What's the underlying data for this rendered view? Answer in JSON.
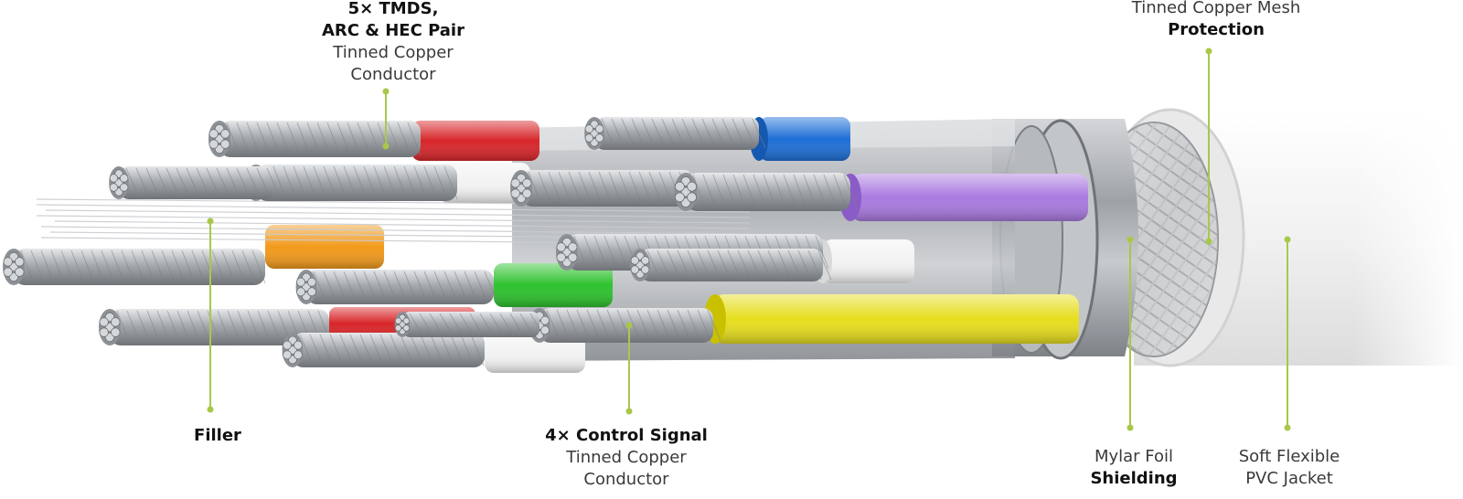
{
  "labels": {
    "tmds": {
      "line1": "5× TMDS,",
      "line2": "ARC & HEC Pair",
      "line3": "Tinned Copper",
      "line4": "Conductor"
    },
    "mesh": {
      "line1": "Tinned Copper Mesh",
      "line2": "Protection"
    },
    "filler": {
      "line1": "Filler"
    },
    "control": {
      "line1": "4× Control Signal",
      "line2": "Tinned Copper",
      "line3": "Conductor"
    },
    "mylar": {
      "line1": "Mylar Foil",
      "line2": "Shielding"
    },
    "jacket": {
      "line1": "Soft Flexible",
      "line2": "PVC Jacket"
    }
  },
  "colors": {
    "leader": "#a8c84a",
    "text": "#2a2a2a",
    "jacket": "#f4f4f4",
    "red": "#d8262a",
    "blue": "#1e6fd6",
    "purple": "#a97ae0",
    "green": "#2ec22e",
    "orange": "#f29a1c",
    "yellow": "#e6de1e",
    "white_insulation": "#f2f2f2",
    "strand": "#b9bcc0",
    "foil": "#a9acb1"
  }
}
